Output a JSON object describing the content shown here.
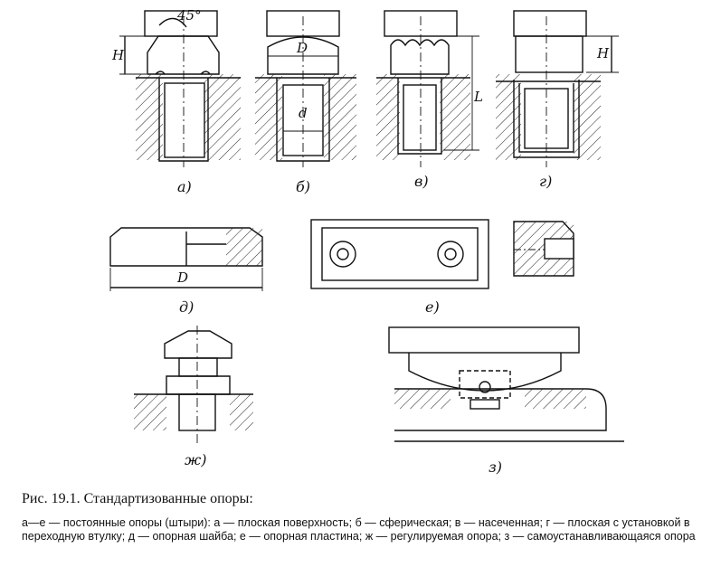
{
  "figure": {
    "labels": {
      "a": "а)",
      "b": "б)",
      "v": "в)",
      "g": "г)",
      "d": "д)",
      "e": "е)",
      "zh": "ж)",
      "z": "з)"
    },
    "dims": {
      "H_a": "H",
      "angle": "45°",
      "D_b": "D",
      "d_b": "d",
      "L_v": "L",
      "H_g": "H",
      "D_d": "D"
    }
  },
  "caption": {
    "title": "Рис. 19.1. Стандартизованные опоры:",
    "text": "а—е — постоянные опоры (штыри): а — плоская поверхность; б — сферическая; в — насеченная; г — плоская с установкой в переходную втулку; д — опорная шайба; е — опорная пластина; ж — регулируемая опора; з — самоустанавливающаяся опора"
  }
}
